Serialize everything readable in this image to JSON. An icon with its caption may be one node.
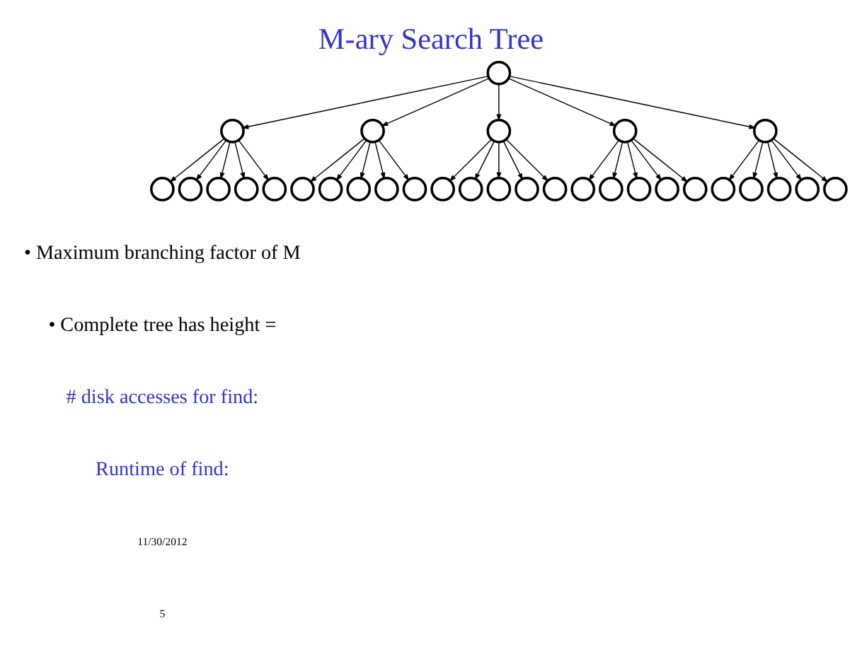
{
  "diagram": {
    "title": "M-ary Search Tree",
    "nodes": [
      {
        "text": [],
        "shape": "circle"
      },
      {
        "text": [],
        "shape": "circle"
      },
      {
        "text": [],
        "shape": "circle"
      },
      {
        "text": [],
        "shape": "circle"
      },
      {
        "text": [],
        "shape": "circle"
      },
      {
        "text": [],
        "shape": "circle"
      },
      {
        "text": [],
        "shape": "circle"
      },
      {
        "text": [],
        "shape": "circle"
      },
      {
        "text": [],
        "shape": "circle"
      },
      {
        "text": [],
        "shape": "circle"
      },
      {
        "text": [],
        "shape": "circle"
      },
      {
        "text": [],
        "shape": "circle"
      },
      {
        "text": [],
        "shape": "circle"
      },
      {
        "text": [],
        "shape": "circle"
      },
      {
        "text": [],
        "shape": "circle"
      },
      {
        "text": [],
        "shape": "circle"
      },
      {
        "text": [],
        "shape": "circle"
      },
      {
        "text": [],
        "shape": "circle"
      },
      {
        "text": [],
        "shape": "circle"
      },
      {
        "text": [],
        "shape": "circle"
      },
      {
        "text": [],
        "shape": "circle"
      },
      {
        "text": [],
        "shape": "circle"
      },
      {
        "text": [],
        "shape": "circle"
      },
      {
        "text": [],
        "shape": "circle"
      },
      {
        "text": [],
        "shape": "circle"
      },
      {
        "text": [],
        "shape": "circle"
      },
      {
        "text": [],
        "shape": "circle"
      },
      {
        "text": [],
        "shape": "circle"
      },
      {
        "text": [],
        "shape": "circle"
      },
      {
        "text": [],
        "shape": "circle"
      },
      {
        "text": [],
        "shape": "circle"
      }
    ],
    "edges": [
      {
        "from": 0,
        "to": 1,
        "arrow": "to"
      },
      {
        "from": 0,
        "to": 2,
        "arrow": "to"
      },
      {
        "from": 0,
        "to": 3,
        "arrow": "to"
      },
      {
        "from": 0,
        "to": 4,
        "arrow": "to"
      },
      {
        "from": 0,
        "to": 5,
        "arrow": "to"
      },
      {
        "from": 1,
        "to": 6,
        "arrow": "to"
      },
      {
        "from": 1,
        "to": 7,
        "arrow": "to"
      },
      {
        "from": 1,
        "to": 8,
        "arrow": "to"
      },
      {
        "from": 1,
        "to": 9,
        "arrow": "to"
      },
      {
        "from": 1,
        "to": 10,
        "arrow": "to"
      },
      {
        "from": 2,
        "to": 11,
        "arrow": "to"
      },
      {
        "from": 2,
        "to": 12,
        "arrow": "to"
      },
      {
        "from": 2,
        "to": 13,
        "arrow": "to"
      },
      {
        "from": 2,
        "to": 14,
        "arrow": "to"
      },
      {
        "from": 2,
        "to": 15,
        "arrow": "to"
      },
      {
        "from": 3,
        "to": 16,
        "arrow": "to"
      },
      {
        "from": 3,
        "to": 17,
        "arrow": "to"
      },
      {
        "from": 3,
        "to": 18,
        "arrow": "to"
      },
      {
        "from": 3,
        "to": 19,
        "arrow": "to"
      },
      {
        "from": 3,
        "to": 20,
        "arrow": "to"
      },
      {
        "from": 4,
        "to": 21,
        "arrow": "to"
      },
      {
        "from": 4,
        "to": 22,
        "arrow": "to"
      },
      {
        "from": 4,
        "to": 23,
        "arrow": "to"
      },
      {
        "from": 4,
        "to": 24,
        "arrow": "to"
      },
      {
        "from": 4,
        "to": 25,
        "arrow": "to"
      },
      {
        "from": 5,
        "to": 26,
        "arrow": "to"
      },
      {
        "from": 5,
        "to": 27,
        "arrow": "to"
      },
      {
        "from": 5,
        "to": 28,
        "arrow": "to"
      },
      {
        "from": 5,
        "to": 29,
        "arrow": "to"
      },
      {
        "from": 5,
        "to": 30,
        "arrow": "to"
      }
    ],
    "labels": [
      "• Maximum branching factor of M",
      "• Complete tree has height =",
      "# disk accesses for find:",
      "Runtime of find:",
      "11/30/2012",
      "5"
    ]
  }
}
